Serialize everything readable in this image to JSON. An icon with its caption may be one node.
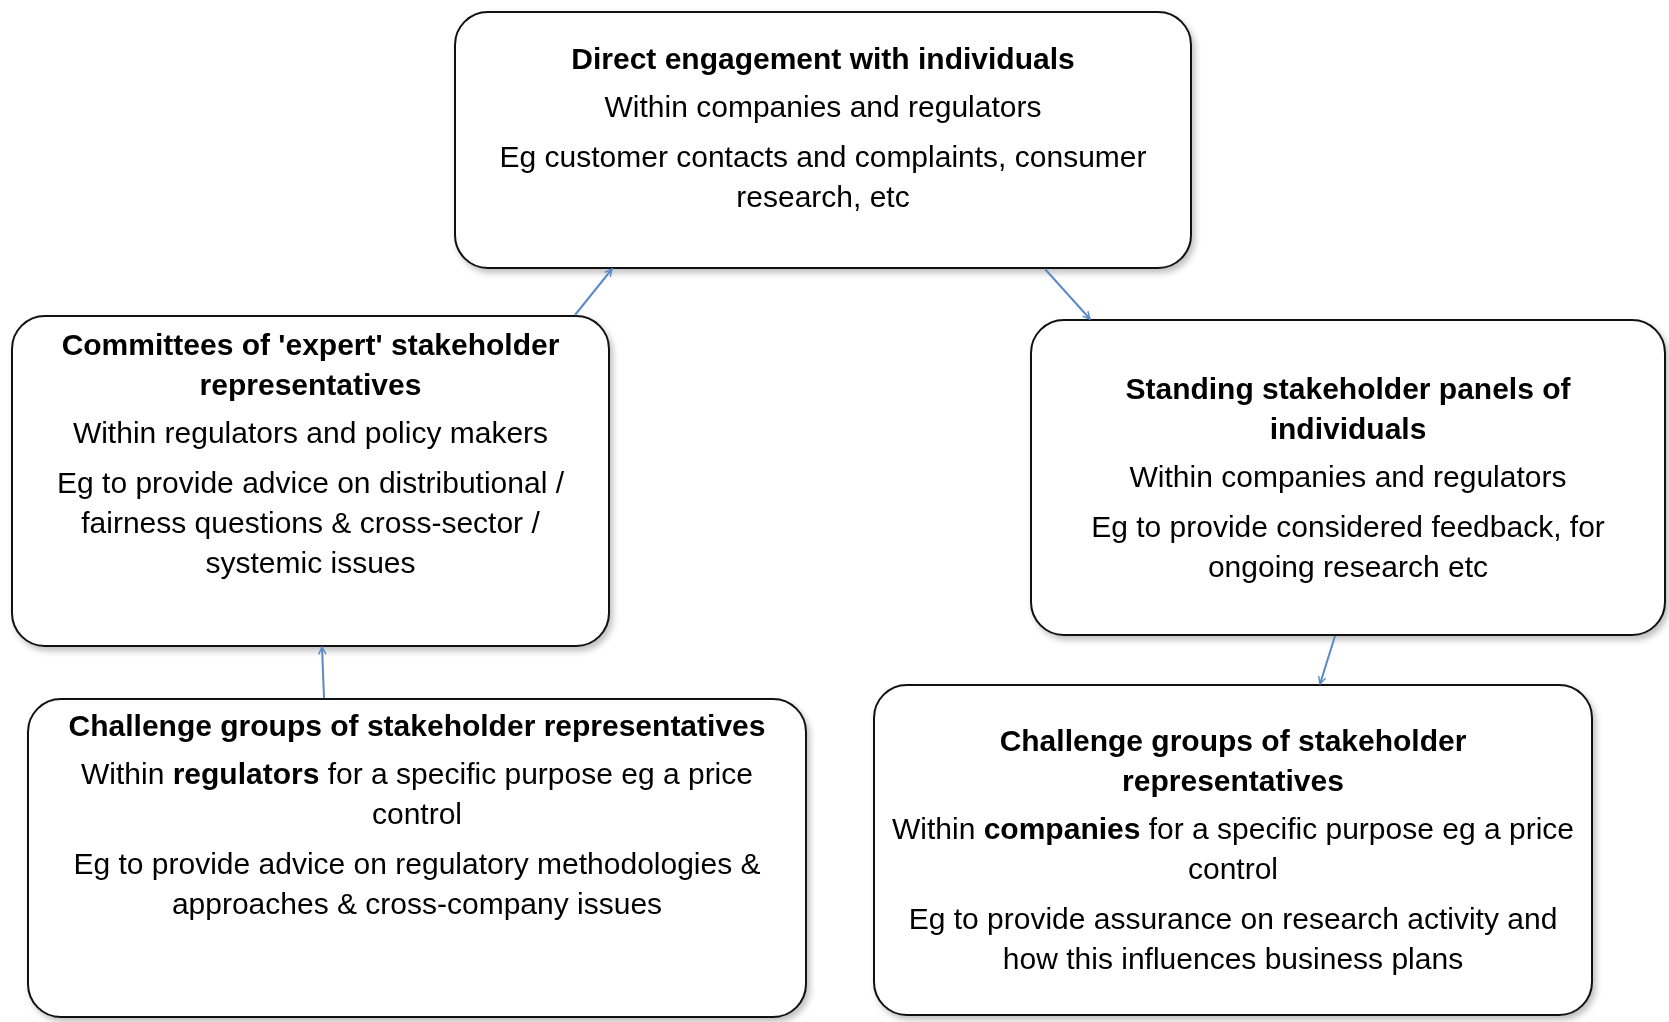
{
  "diagram": {
    "nodes": [
      {
        "text": [
          "Direct engagement with individuals",
          "Within companies and regulators",
          "Eg customer contacts and complaints, consumer research, etc"
        ]
      },
      {
        "text": [
          "Committees of 'expert' stakeholder representatives",
          "Within regulators and policy makers",
          "Eg to provide advice on distributional / fairness questions & cross-sector / systemic issues"
        ]
      },
      {
        "text": [
          "Standing stakeholder panels of individuals",
          "Within companies and regulators",
          "Eg to provide considered feedback, for ongoing research etc"
        ]
      },
      {
        "text": [
          "Challenge groups of stakeholder representatives",
          "Within **regulators** for a specific purpose eg a price control",
          "Eg to provide advice on regulatory methodologies & approaches & cross-company issues"
        ]
      },
      {
        "text": [
          "Challenge groups of stakeholder representatives",
          "Within **companies** for a specific purpose eg a price control",
          "Eg to provide assurance on research activity and how this influences business plans"
        ]
      }
    ],
    "edges": [
      {
        "from": 3,
        "to": 1,
        "arrow": "to",
        "color": "#5b8ac6"
      },
      {
        "from": 1,
        "to": 0,
        "arrow": "to",
        "color": "#5b8ac6"
      },
      {
        "from": 0,
        "to": 2,
        "arrow": "to",
        "color": "#5b8ac6"
      },
      {
        "from": 2,
        "to": 4,
        "arrow": "to",
        "color": "#5b8ac6"
      }
    ]
  }
}
